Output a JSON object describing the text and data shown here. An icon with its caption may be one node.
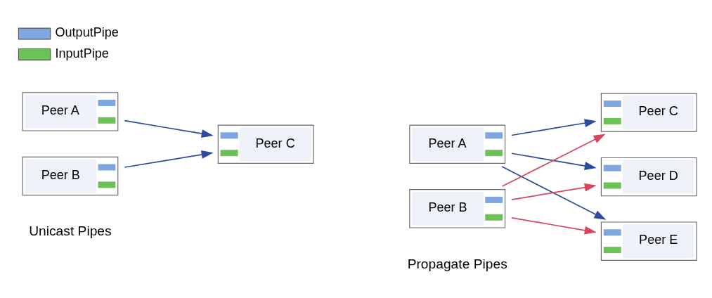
{
  "diagram": {
    "nodes": [
      {
        "text": [
          "Peer A"
        ]
      },
      {
        "text": [
          "Peer B"
        ]
      },
      {
        "text": [
          "Peer C"
        ]
      },
      {
        "text": [
          "Peer A"
        ]
      },
      {
        "text": [
          "Peer B"
        ]
      },
      {
        "text": [
          "Peer C"
        ]
      },
      {
        "text": [
          "Peer D"
        ]
      },
      {
        "text": [
          "Peer E"
        ]
      }
    ],
    "edges": [
      {
        "from": 0,
        "to": 2,
        "arrow": "to"
      },
      {
        "from": 1,
        "to": 2,
        "arrow": "to"
      },
      {
        "from": 3,
        "to": 5,
        "arrow": "to"
      },
      {
        "from": 3,
        "to": 6,
        "arrow": "to"
      },
      {
        "from": 3,
        "to": 7,
        "arrow": "to"
      },
      {
        "from": 4,
        "to": 5,
        "arrow": "to",
        "color": "#d6455e"
      },
      {
        "from": 4,
        "to": 6,
        "arrow": "to",
        "color": "#d6455e"
      },
      {
        "from": 4,
        "to": 7,
        "arrow": "to",
        "color": "#d6455e"
      }
    ],
    "labels": [
      "Unicast Pipes",
      "Propagate Pipes"
    ],
    "legend": [
      {
        "text": "OutputPipe",
        "color": "#7fa6de"
      },
      {
        "text": "InputPipe",
        "color": "#6cc257"
      }
    ]
  }
}
